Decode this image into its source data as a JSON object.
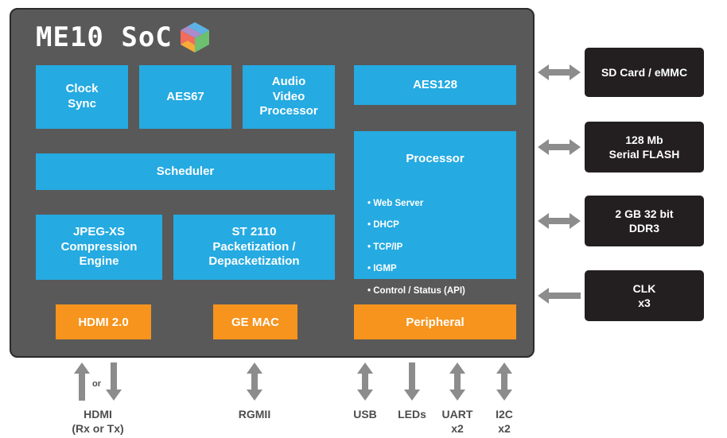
{
  "soc": {
    "title": "ME10 SoC",
    "logo_icon": "cube-logo-icon"
  },
  "blocks": {
    "clock_sync": "Clock\nSync",
    "aes67": "AES67",
    "audio_video": "Audio\nVideo\nProcessor",
    "aes128": "AES128",
    "scheduler": "Scheduler",
    "jpeg_xs": "JPEG-XS\nCompression\nEngine",
    "st2110": "ST 2110\nPacketization /\nDepacketization",
    "processor": {
      "title": "Processor",
      "items": [
        "Web Server",
        "DHCP",
        "TCP/IP",
        "IGMP",
        "Control / Status (API)"
      ]
    },
    "hdmi20": "HDMI 2.0",
    "ge_mac": "GE MAC",
    "peripheral": "Peripheral"
  },
  "external": {
    "sd_card": "SD Card / eMMC",
    "flash": "128 Mb\nSerial FLASH",
    "ddr3": "2 GB 32 bit\nDDR3",
    "clk": "CLK\nx3"
  },
  "interfaces": {
    "hdmi": "HDMI\n(Rx or Tx)",
    "hdmi_or": "or",
    "rgmii": "RGMII",
    "usb": "USB",
    "leds": "LEDs",
    "uart": "UART\nx2",
    "i2c": "I2C\nx2"
  },
  "colors": {
    "soc_bg": "#595959",
    "block_blue": "#25aae1",
    "block_orange": "#f7941d",
    "external_bg": "#231f20",
    "arrow": "#8c8c8c"
  }
}
